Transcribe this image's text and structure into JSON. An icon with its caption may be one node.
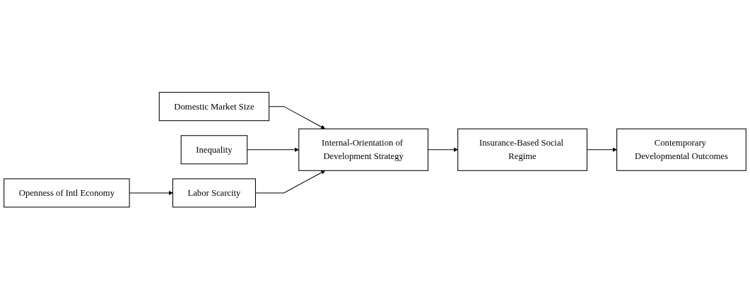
{
  "diagram": {
    "nodes": [
      {
        "text": [
          "Domestic Market Size"
        ]
      },
      {
        "text": [
          "Inequality"
        ]
      },
      {
        "text": [
          "Labor Scarcity"
        ]
      },
      {
        "text": [
          "Openness of Intl Economy"
        ]
      },
      {
        "text": [
          "Internal-Orientation of Development Strategy"
        ]
      },
      {
        "text": [
          "Insurance-Based Social Regime"
        ]
      },
      {
        "text": [
          "Contemporary Developmental Outcomes"
        ]
      }
    ],
    "edges": [
      {
        "from": 0,
        "to": 4,
        "arrow": "to"
      },
      {
        "from": 1,
        "to": 4,
        "arrow": "to"
      },
      {
        "from": 2,
        "to": 4,
        "arrow": "to"
      },
      {
        "from": 3,
        "to": 2,
        "arrow": "to"
      },
      {
        "from": 4,
        "to": 5,
        "arrow": "to"
      },
      {
        "from": 5,
        "to": 6,
        "arrow": "to"
      }
    ]
  }
}
